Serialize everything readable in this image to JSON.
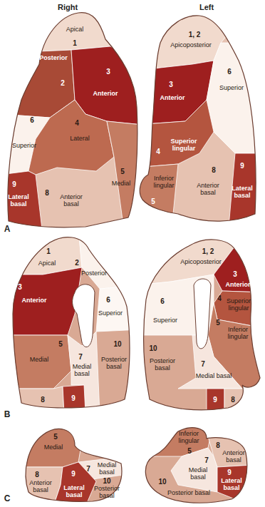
{
  "diagram": {
    "labels": [
      "Right",
      "Left",
      "Apical",
      "1",
      "Posterior",
      "2",
      "3",
      "Anterior",
      "6",
      "Superior",
      "4",
      "Lateral",
      "5",
      "Medial",
      "9",
      "Lateral basal",
      "8",
      "Anterior basal",
      "1, 2",
      "Apicoposterior",
      "3",
      "Anterior",
      "6",
      "Superior",
      "4",
      "Superior lingular",
      "Inferior lingular",
      "5",
      "8",
      "Anterior basal",
      "9",
      "Lateral basal",
      "A",
      "1",
      "Apical",
      "2",
      "Posterior",
      "3",
      "Anterior",
      "6",
      "Superior",
      "5",
      "Medial",
      "7",
      "Medial basal",
      "10",
      "Posterior basal",
      "8",
      "9",
      "1, 2",
      "Apicoposterior",
      "3",
      "Anterior",
      "6",
      "Superior",
      "4",
      "Superior lingular",
      "5",
      "Inferior lingular",
      "7",
      "Medial basal",
      "10",
      "Posterior basal",
      "9",
      "8",
      "B",
      "5",
      "Medial",
      "7",
      "Medial basal",
      "8",
      "Anterior basal",
      "9",
      "Lateral basal",
      "10",
      "Posterior basal",
      "Inferior lingular",
      "5",
      "7",
      "Medial basal",
      "8",
      "Anterior basal",
      "9",
      "Lateral basal",
      "10",
      "Posterior basal",
      "C"
    ]
  }
}
